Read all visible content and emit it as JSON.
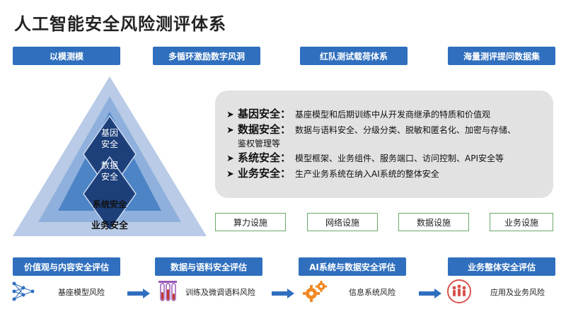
{
  "title": "人工智能安全风险测评体系",
  "top_buttons": [
    "以模测模",
    "多循环激励数字风洞",
    "红队测试载荷体系",
    "海量测评提问数据集"
  ],
  "pyramid": {
    "core": "基因\n安全",
    "data": "数据\n安全",
    "system": "系统安全",
    "business": "业务安全"
  },
  "panel": {
    "items": [
      {
        "key": "基因安全：",
        "text": "基座模型和后期训练中从开发商继承的特质和价值观"
      },
      {
        "key": "数据安全：",
        "text": "数据与语料安全、分级分类、脱敏和匿名化、加密与存储、",
        "cont": "鉴权管理等"
      },
      {
        "key": "系统安全：",
        "text": "模型框架、业务组件、服务端口、访问控制、API安全等"
      },
      {
        "key": "业务安全：",
        "text": "生产业务系统在纳入AI系统的整体安全"
      }
    ]
  },
  "infra_buttons": [
    "算力设施",
    "网络设施",
    "数据设施",
    "业务设施"
  ],
  "eval_buttons": [
    "价值观与内容安全评估",
    "数据与语料安全评估",
    "AI系统与数据安全评估",
    "业务整体安全评估"
  ],
  "risks": [
    "基座模型风险",
    "训练及微调语料风险",
    "信息系统风险",
    "应用及业务风险"
  ],
  "icons": [
    "neural-network-icon",
    "test-tubes-icon",
    "gears-icon",
    "people-group-icon",
    "right-arrow-icon"
  ],
  "colors": {
    "blue": "#2f6fbe",
    "panel_gray": "#e2e2e2",
    "green_border": "#6aa86a",
    "arrow_blue": "#2f6fbe",
    "orange": "#f08a24",
    "red": "#d9534f"
  }
}
